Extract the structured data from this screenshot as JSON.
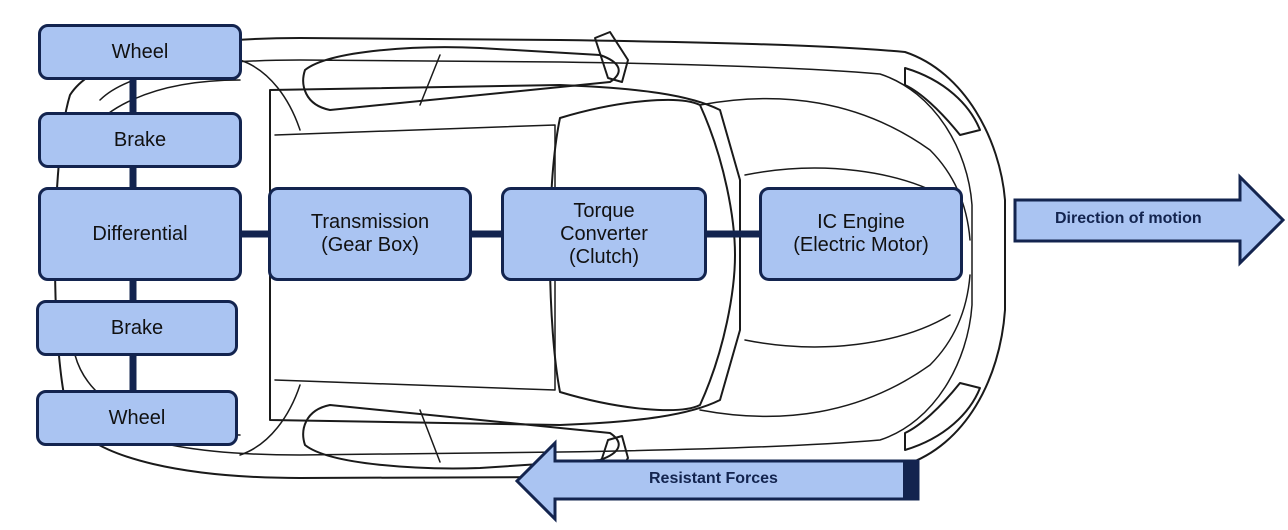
{
  "components": {
    "wheel_top": "Wheel",
    "brake_top": "Brake",
    "differential": "Differential",
    "brake_bottom": "Brake",
    "wheel_bottom": "Wheel",
    "transmission": "Transmission\n(Gear Box)",
    "torque_converter": "Torque\nConverter\n(Clutch)",
    "engine": "IC Engine\n(Electric Motor)"
  },
  "arrows": {
    "direction": "Direction of motion",
    "resistant": "Resistant Forces"
  },
  "colors": {
    "box_fill": "#aac4f2",
    "box_border": "#13244f",
    "car_outline": "#1a1a1a"
  }
}
